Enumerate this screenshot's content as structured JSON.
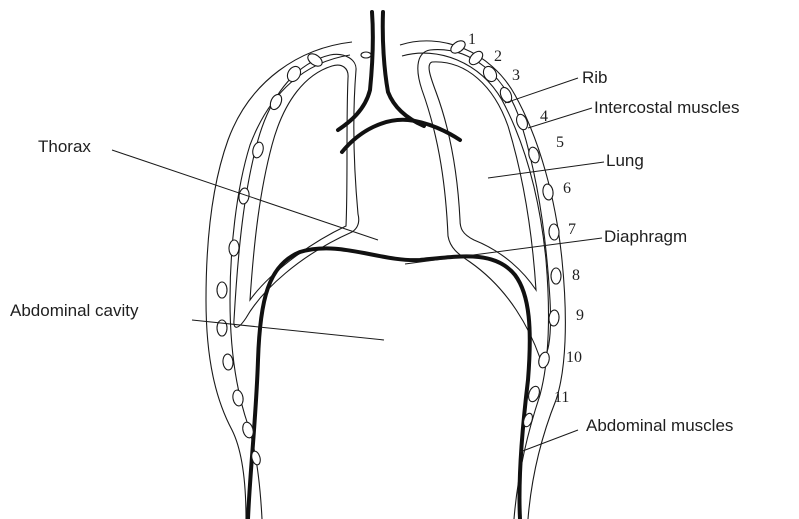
{
  "labels": {
    "thorax": "Thorax",
    "abdominal_cavity": "Abdominal cavity",
    "rib": "Rib",
    "intercostal_muscles": "Intercostal muscles",
    "lung": "Lung",
    "diaphragm": "Diaphragm",
    "abdominal_muscles": "Abdominal muscles"
  },
  "rib_numbers": [
    "1",
    "2",
    "3",
    "4",
    "5",
    "6",
    "7",
    "8",
    "9",
    "10",
    "11"
  ]
}
